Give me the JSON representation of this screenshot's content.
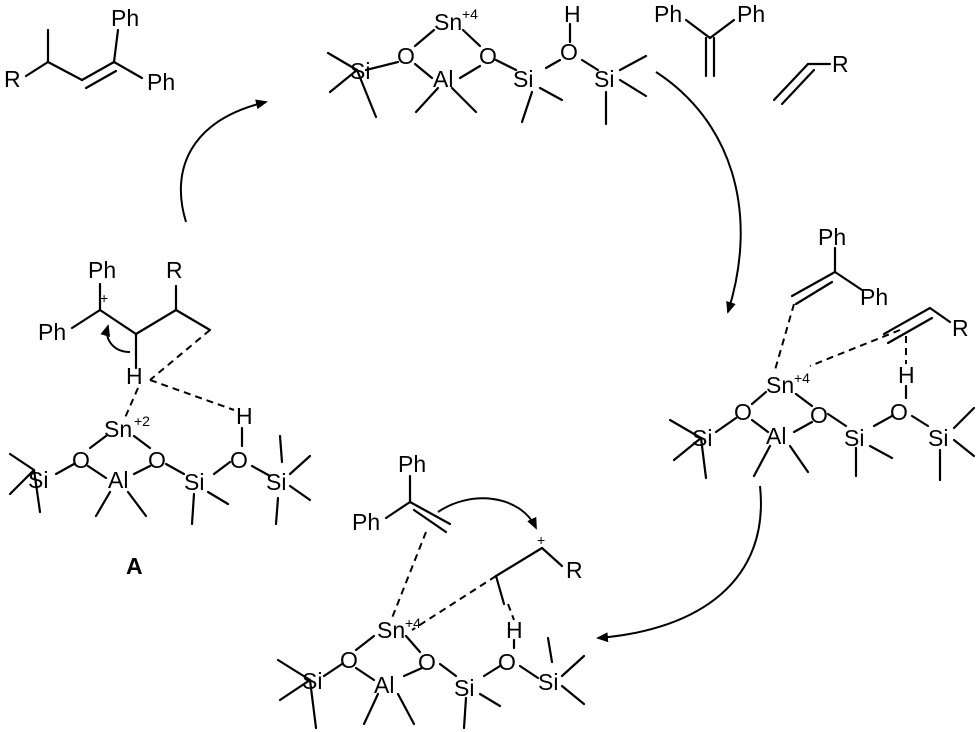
{
  "atoms": {
    "Ph": "Ph",
    "R": "R",
    "O": "O",
    "Si": "Si",
    "Al": "Al",
    "Sn": "Sn",
    "H": "H"
  },
  "charges": {
    "sn4": "+4",
    "sn2": "+2",
    "plus": "+"
  },
  "labels": {
    "intermediate_a": "A"
  },
  "colors": {
    "ink": "#000000",
    "background": "#ffffff"
  }
}
